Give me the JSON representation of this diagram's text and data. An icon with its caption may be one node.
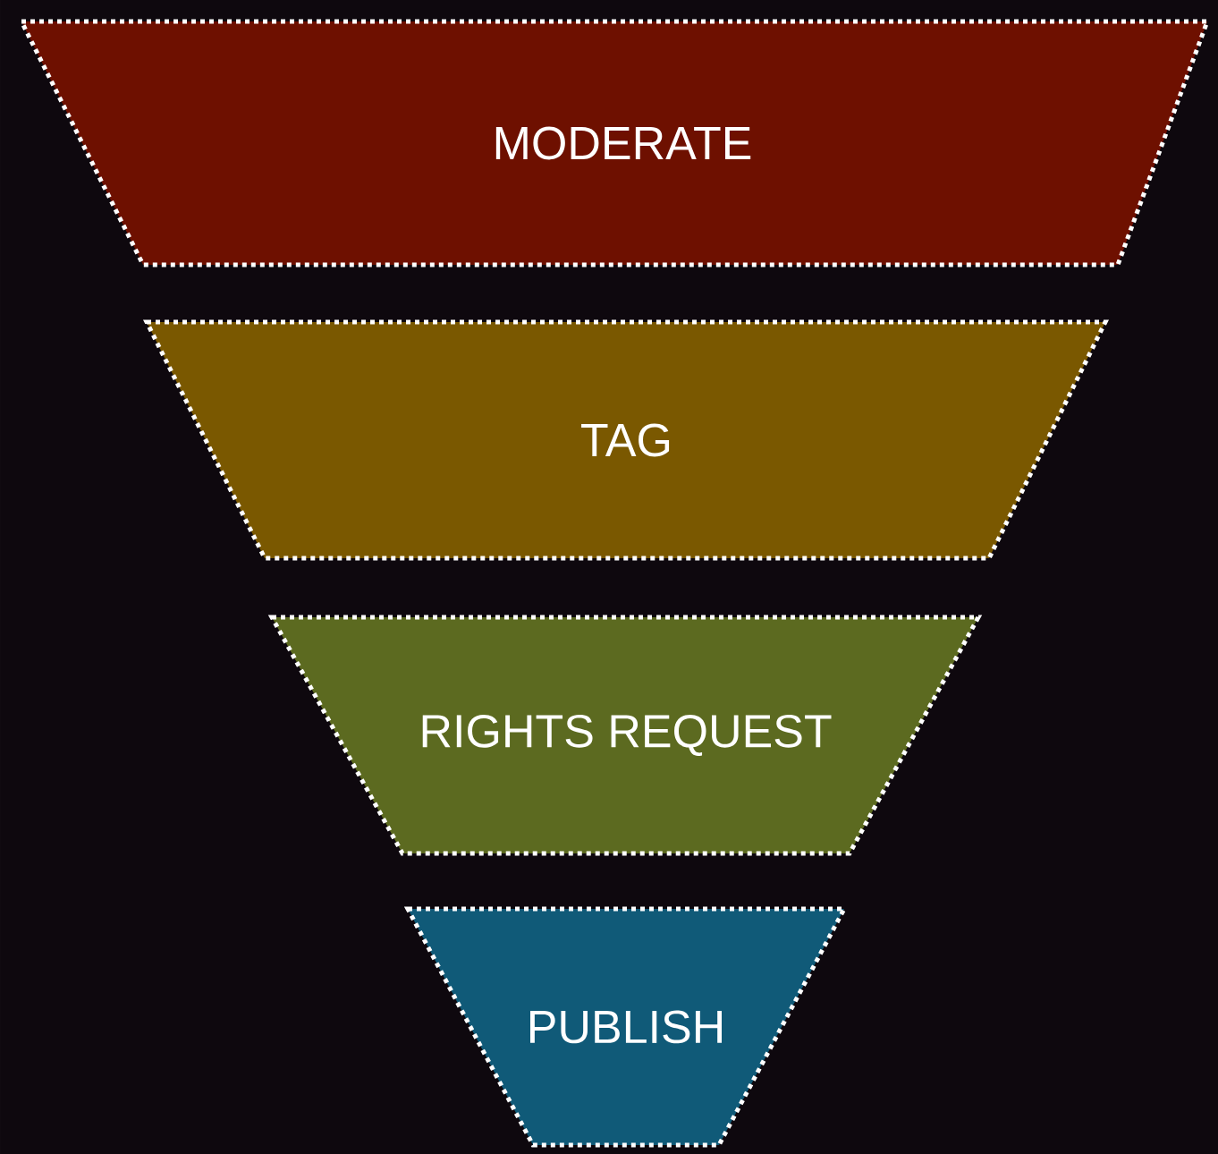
{
  "diagram": {
    "nodes": [
      {
        "text": [
          "MODERATE"
        ]
      },
      {
        "text": [
          "TAG"
        ]
      },
      {
        "text": [
          "RIGHTS REQUEST"
        ]
      },
      {
        "text": [
          "PUBLISH"
        ]
      }
    ]
  }
}
